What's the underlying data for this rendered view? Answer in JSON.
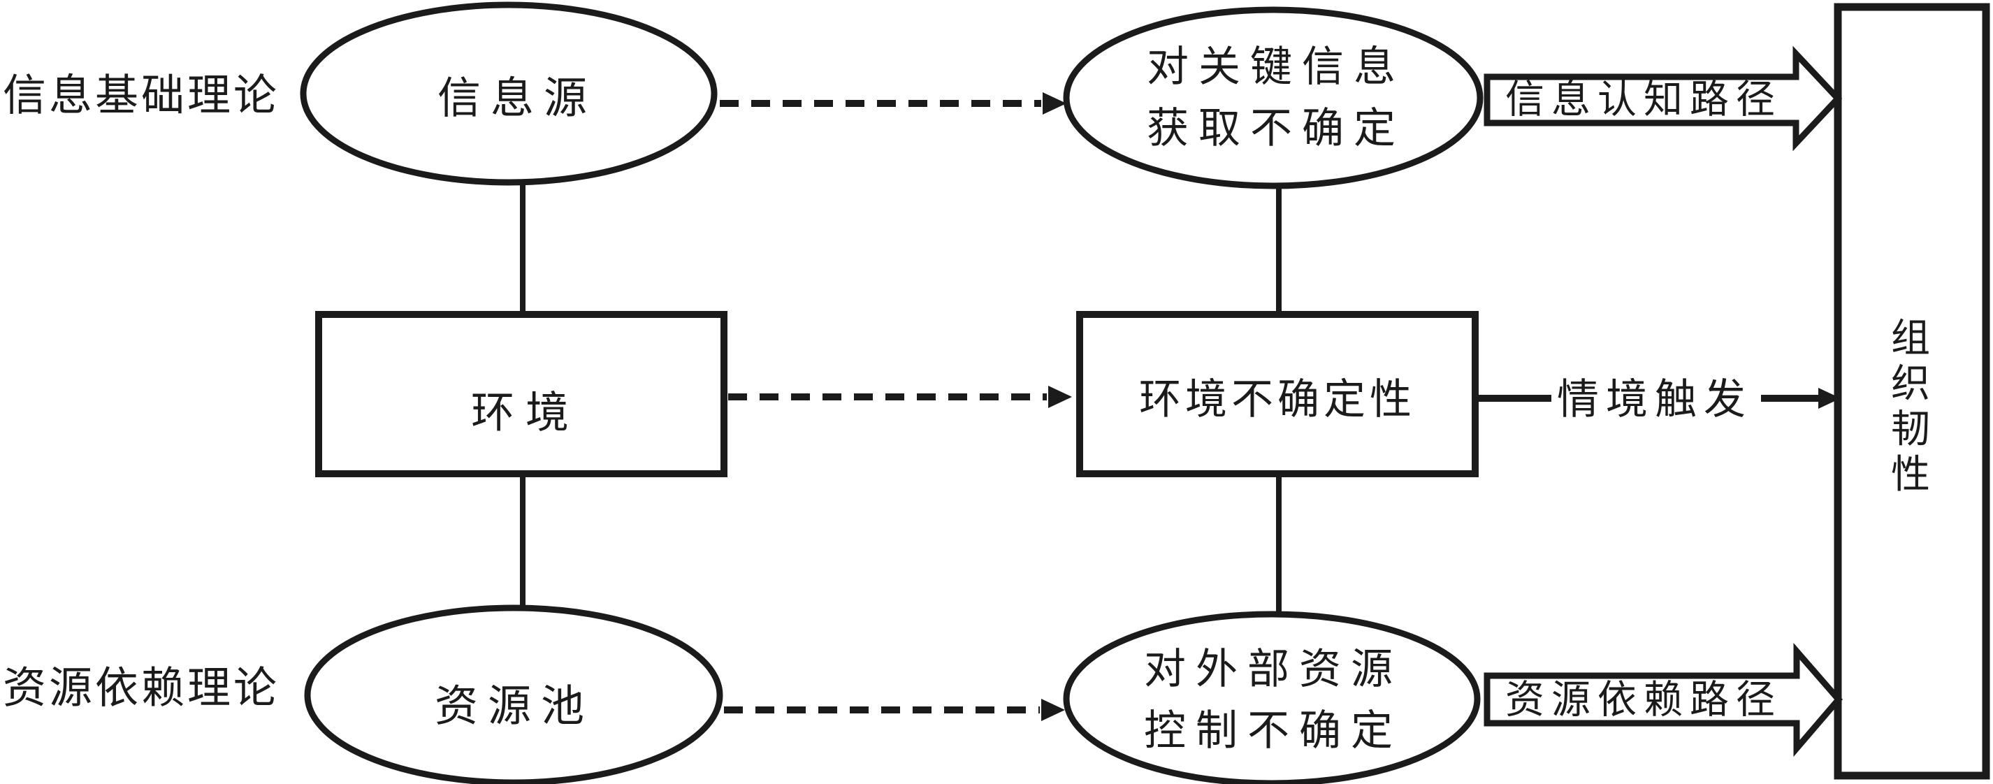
{
  "canvas": {
    "background": "#ffffff",
    "ink": "#1b1b1b"
  },
  "information_row": {
    "theory_label": "信息基础理论",
    "source_node_label": "信息源",
    "uncertainty_node_line1": "对关键信息",
    "uncertainty_node_line2": "获取不确定",
    "path_arrow_label": "信息认知路径"
  },
  "environment_row": {
    "environment_node_label": "环境",
    "uncertainty_node_label": "环境不确定性",
    "trigger_arrow_label": "情境触发"
  },
  "resource_row": {
    "theory_label": "资源依赖理论",
    "pool_node_label": "资源池",
    "uncertainty_node_line1": "对外部资源",
    "uncertainty_node_line2": "控制不确定",
    "path_arrow_label": "资源依赖路径"
  },
  "outcome_node_label": "组织韧性"
}
